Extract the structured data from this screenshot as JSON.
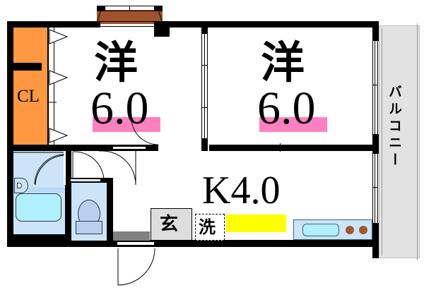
{
  "plan": {
    "title_kanji_room1": "洋",
    "area_room1": "6.0",
    "title_kanji_room2": "洋",
    "area_room2": "6.0",
    "kitchen_label": "K4.0",
    "closet_label": "CL",
    "entrance_label": "玄",
    "washer_label": "洗",
    "balcony_label": "バルコニー"
  },
  "colors": {
    "wall": "#000000",
    "closet_orange": "#FF9840",
    "tatami_pink": "#FF80C0",
    "kitchen_yellow": "#FFFF00",
    "balcony_gray": "#E2E2E2",
    "bath_blue": "#CCE4F8",
    "tub_cyan": "#B0F0FF",
    "deck_brown": "#A0522D",
    "burner_brown": "#A05A28",
    "entrance_gray": "#DDDDDD",
    "step_gray": "#808080"
  },
  "rooms": [
    {
      "name": "washitsu-left",
      "label": "洋",
      "area": "6.0"
    },
    {
      "name": "washitsu-right",
      "label": "洋",
      "area": "6.0"
    },
    {
      "name": "kitchen",
      "label": "K4.0",
      "area": "4.0"
    },
    {
      "name": "closet",
      "label": "CL",
      "area": ""
    },
    {
      "name": "balcony",
      "label": "バルコニー",
      "area": ""
    },
    {
      "name": "entrance",
      "label": "玄",
      "area": ""
    },
    {
      "name": "washer-space",
      "label": "洗",
      "area": ""
    }
  ]
}
